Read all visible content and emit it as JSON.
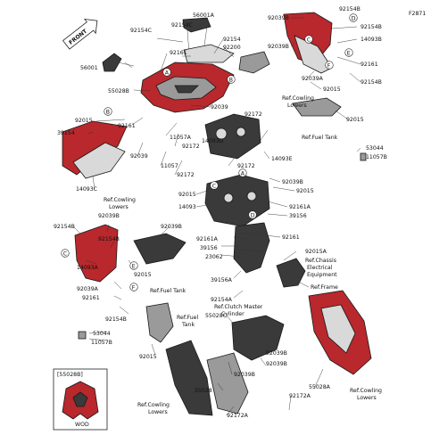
{
  "diagram_code": "F2871",
  "front_label": "FRONT",
  "inset_label": "[55028B]",
  "inset_sublabel": "WOD",
  "markers": {
    "a": "A",
    "b": "B",
    "c": "C",
    "d": "D",
    "e": "E",
    "f": "F"
  },
  "parts": {
    "p56001a": "56001A",
    "p92154c_a": "92154C",
    "p92154c_b": "92154C",
    "p92154": "92154",
    "p92200": "92200",
    "p56001": "56001",
    "p92161_a": "92161",
    "p55028b": "55028B",
    "p92039_a": "92039",
    "p92015_a": "92015",
    "p39154": "39154",
    "p92161_b": "92161",
    "p11057a": "11057A",
    "p92172_a": "92172",
    "p92039_b": "92039",
    "p11057": "11057",
    "p92172_b": "92172",
    "p14093c": "14093C",
    "p92039b_top": "92039B",
    "p92154b_top": "92154B",
    "p92154b_top2": "92154B",
    "p92039b_top2": "92039B",
    "p14093b": "14093B",
    "p92161_top": "92161",
    "p92039a_top": "92039A",
    "p92015_top": "92015",
    "p92154b_right": "92154B",
    "p92015_right": "92015",
    "p92172_mid": "92172",
    "p53044_a": "53044",
    "p11057b_a": "11057B",
    "p14093e": "14093E",
    "p14093d": "14093D",
    "p92172_mid2": "92172",
    "p92039b_mid": "92039B",
    "p92015_mid": "92015",
    "p92015_mid2": "92015",
    "p14093": "14093",
    "p92161a": "92161A",
    "p39156": "39156",
    "p92154b_left": "92154B",
    "p92039b_left": "92039B",
    "p92039b_left2": "92039B",
    "p92154b_left2": "92154B",
    "p14093a": "14093A",
    "p92015_left": "92015",
    "p92039a_left": "92039A",
    "p92161_left": "92161",
    "p92154b_left3": "92154B",
    "p53044_b": "53044",
    "p11057b_b": "11057B",
    "p92015_bottom": "92015",
    "p92161a_mid": "92161A",
    "p39156_mid": "39156",
    "p23062": "23062",
    "p39156a": "39156A",
    "p92154a": "92154A",
    "p92161_mid": "92161",
    "p92015a": "92015A",
    "p55028c": "55028C",
    "p92039b_lower": "92039B",
    "p92039b_lower2": "92039B",
    "p92039b_lower3": "92039B",
    "p55028": "55028",
    "p55028a": "55028A",
    "p92172a_a": "92172A",
    "p92172a_b": "92172A"
  },
  "refs": {
    "cowling_lowers_top_1": "Ref.Cowling",
    "cowling_lowers_top_2": "Lowers",
    "fuel_tank_top_1": "Ref.Fuel Tank",
    "cowling_lowers_left_1": "Ref.Cowling",
    "cowling_lowers_left_2": "Lowers",
    "fuel_tank_mid_1": "Ref.Fuel Tank",
    "fuel_tank_low_1": "Ref.Fuel",
    "fuel_tank_low_2": "Tank",
    "chassis_1": "Ref.Chassis",
    "chassis_2": "Electrical",
    "chassis_3": "Equipment",
    "frame_1": "Ref.Frame",
    "clutch_1": "Ref.Clutch Master",
    "clutch_2": "Cylinder",
    "cowling_bottom_1": "Ref.Cowling",
    "cowling_bottom_2": "Lowers",
    "cowling_right_1": "Ref.Cowling",
    "cowling_right_2": "Lowers"
  }
}
